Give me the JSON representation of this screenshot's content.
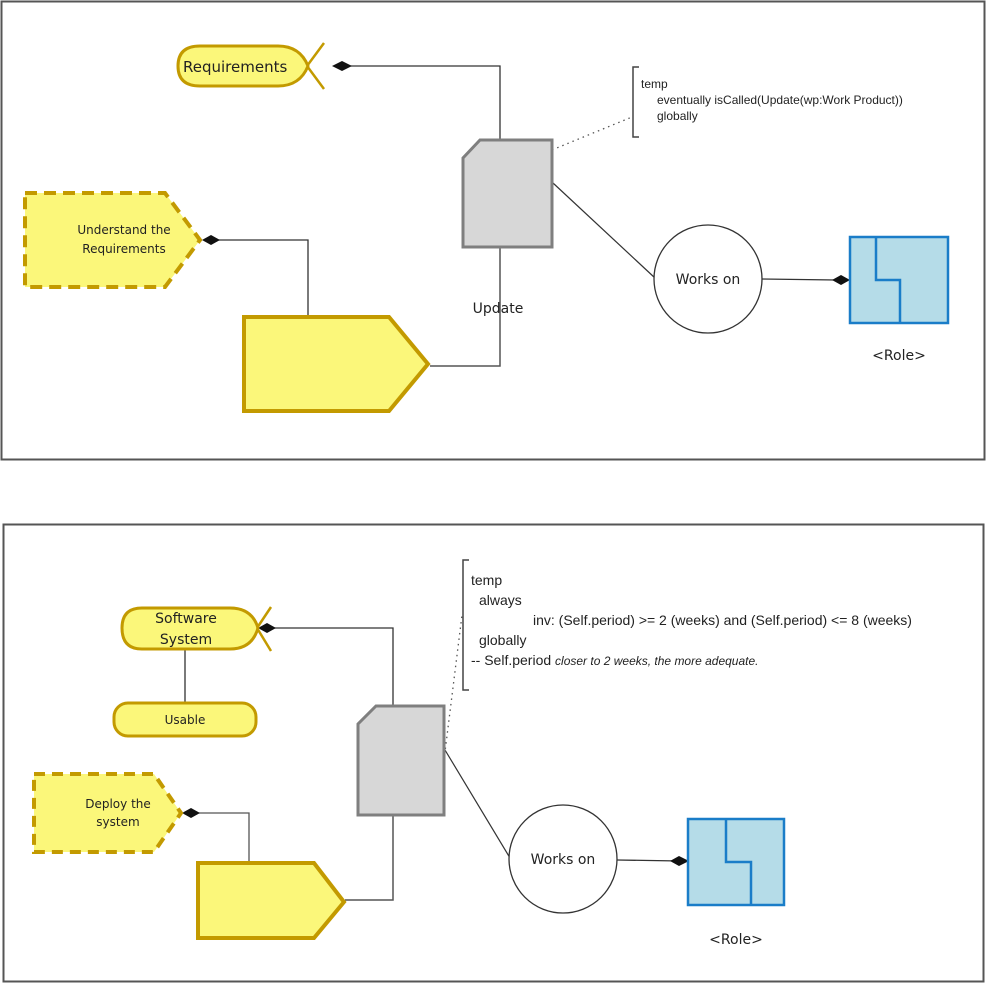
{
  "colors": {
    "yellow_fill": "#fbf77a",
    "yellow_stroke": "#c39a00",
    "gray_fill": "#d7d7d7",
    "gray_stroke": "#7f7f7f",
    "blue_fill": "#b5dce8",
    "blue_stroke": "#1a7dc8",
    "line": "#222222"
  },
  "diagrams": [
    {
      "state_label": "Requirements",
      "state_sub_label": "",
      "goal_label": [
        "Understand the",
        "Requirements"
      ],
      "work_product_label": "Update",
      "relation_label": "Works on",
      "role_label": "<Role>",
      "note_lines": [
        {
          "indent": 0,
          "text": "temp",
          "italic": ""
        },
        {
          "indent": 1,
          "text": "eventually isCalled(Update(wp:Work Product))",
          "italic": ""
        },
        {
          "indent": 1,
          "text": "globally",
          "italic": ""
        }
      ]
    },
    {
      "state_label": [
        "Software",
        "System"
      ],
      "state_sub_label": "Usable",
      "goal_label": [
        "Deploy the",
        "system"
      ],
      "work_product_label": "",
      "relation_label": "Works on",
      "role_label": "<Role>",
      "note_lines": [
        {
          "indent": 0,
          "text": "temp",
          "italic": ""
        },
        {
          "indent": 1,
          "text": "always",
          "italic": ""
        },
        {
          "indent": 2,
          "text": "inv: (Self.period) >= 2 (weeks) and (Self.period) <= 8 (weeks)",
          "italic": ""
        },
        {
          "indent": 1,
          "text": "globally",
          "italic": ""
        },
        {
          "indent": 0,
          "text": "-- Self.period ",
          "italic": "closer to 2 weeks, the more adequate."
        }
      ]
    }
  ]
}
